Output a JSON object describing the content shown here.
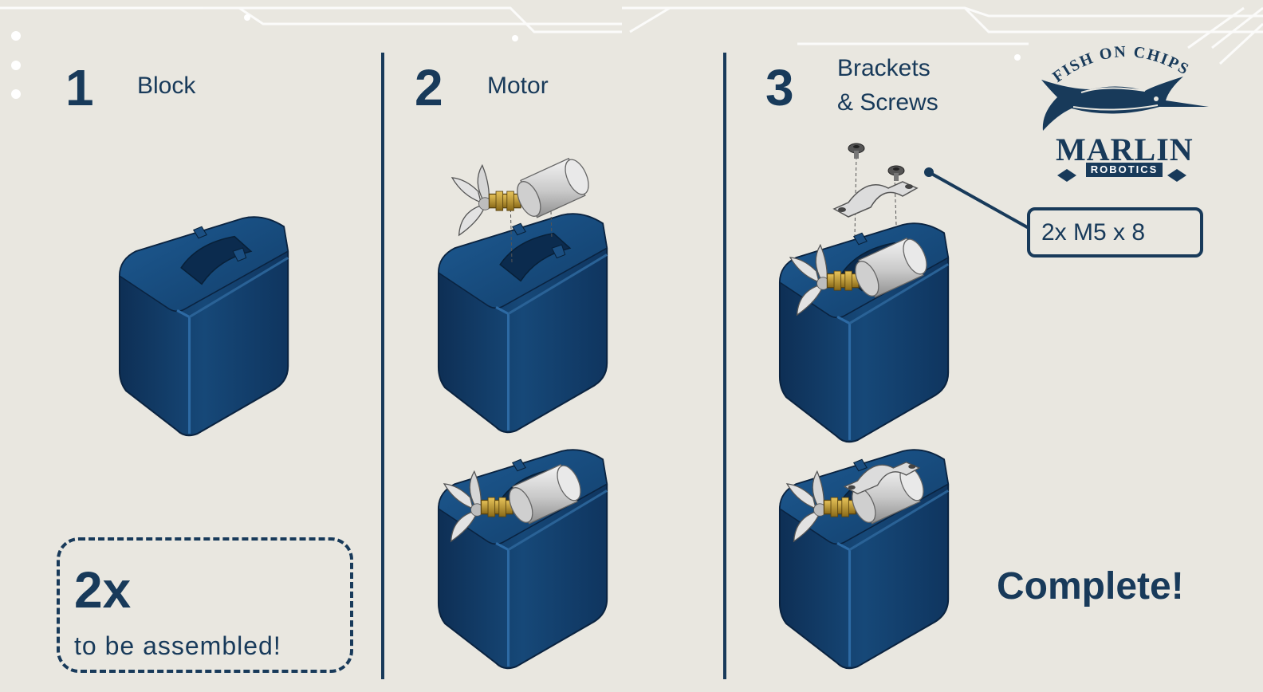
{
  "steps": [
    {
      "number": "1",
      "title": "Block"
    },
    {
      "number": "2",
      "title": "Motor"
    },
    {
      "number": "3",
      "title_line1": "Brackets",
      "title_line2": "& Screws"
    }
  ],
  "note": {
    "quantity": "2x",
    "text": "to be assembled!"
  },
  "callout": {
    "text": "2x M5 x 8"
  },
  "complete_label": "Complete!",
  "logo": {
    "arc_text": "FISH ON CHIPS",
    "name": "MARLIN",
    "subtitle": "ROBOTICS"
  },
  "colors": {
    "navy": "#183a5a",
    "block_blue": "#123a66",
    "background": "#e9e7e0"
  }
}
